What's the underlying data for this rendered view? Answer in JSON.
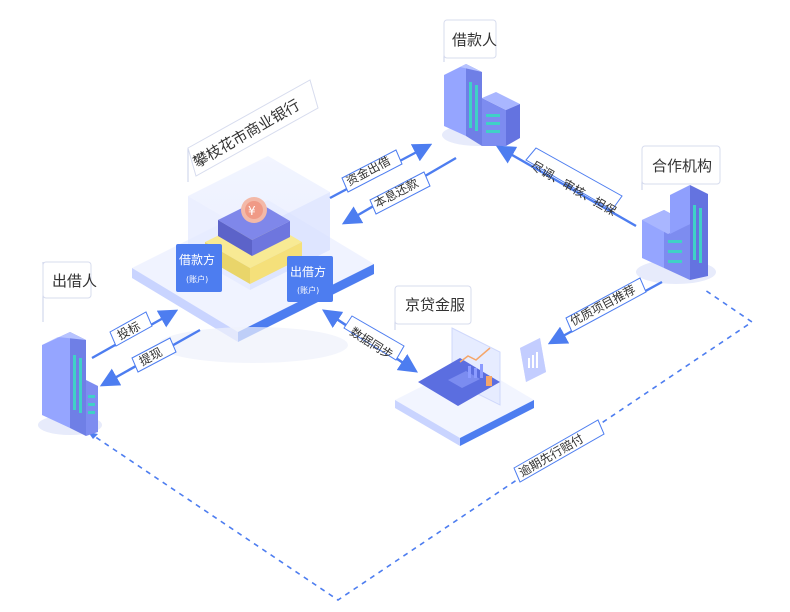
{
  "nodes": {
    "bank": "攀枝花市商业银行",
    "borrower": "借款人",
    "partner": "合作机构",
    "lender": "出借人",
    "jd": "京贷金服"
  },
  "badges": {
    "debtor_title": "借款方",
    "debtor_sub": "(账户)",
    "creditor_title": "出借方",
    "creditor_sub": "(账户)",
    "coin_symbol": "¥"
  },
  "flows": {
    "funds_out": "资金出借",
    "repay": "本息还款",
    "due_diligence": "尽调、审核、担保",
    "recommend": "优质项目推荐",
    "invest": "投标",
    "withdraw": "提现",
    "data_sync": "数据同步",
    "overdue_compensation": "逾期先行赔付"
  },
  "colors": {
    "arrow": "#4d7df0",
    "dashed": "#4d7df0",
    "building": "#7d8cf0",
    "accent_green": "#3fd1c6",
    "gold": "#f5e07a"
  }
}
